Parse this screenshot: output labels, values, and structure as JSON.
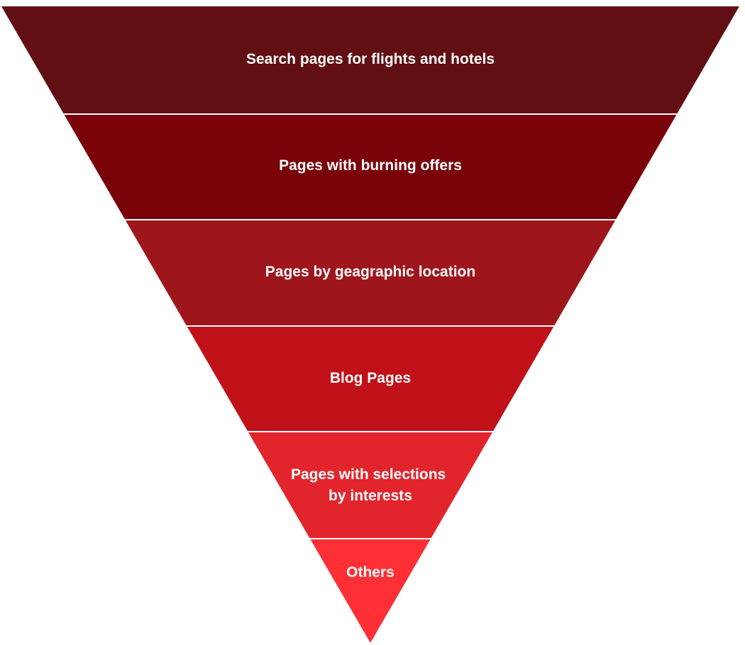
{
  "funnel": {
    "levels": [
      {
        "lines": [
          "Search pages for flights and hotels"
        ],
        "color": "#620f13"
      },
      {
        "lines": [
          "Pages with burning offers"
        ],
        "color": "#7a030a"
      },
      {
        "lines": [
          "Pages by geagraphic location"
        ],
        "color": "#9e161c"
      },
      {
        "lines": [
          "Blog Pages"
        ],
        "color": "#c11118"
      },
      {
        "lines": [
          "Pages with selections",
          "by interests"
        ],
        "color": "#e2242c"
      },
      {
        "lines": [
          "Others"
        ],
        "color": "#ff2f36"
      }
    ]
  }
}
